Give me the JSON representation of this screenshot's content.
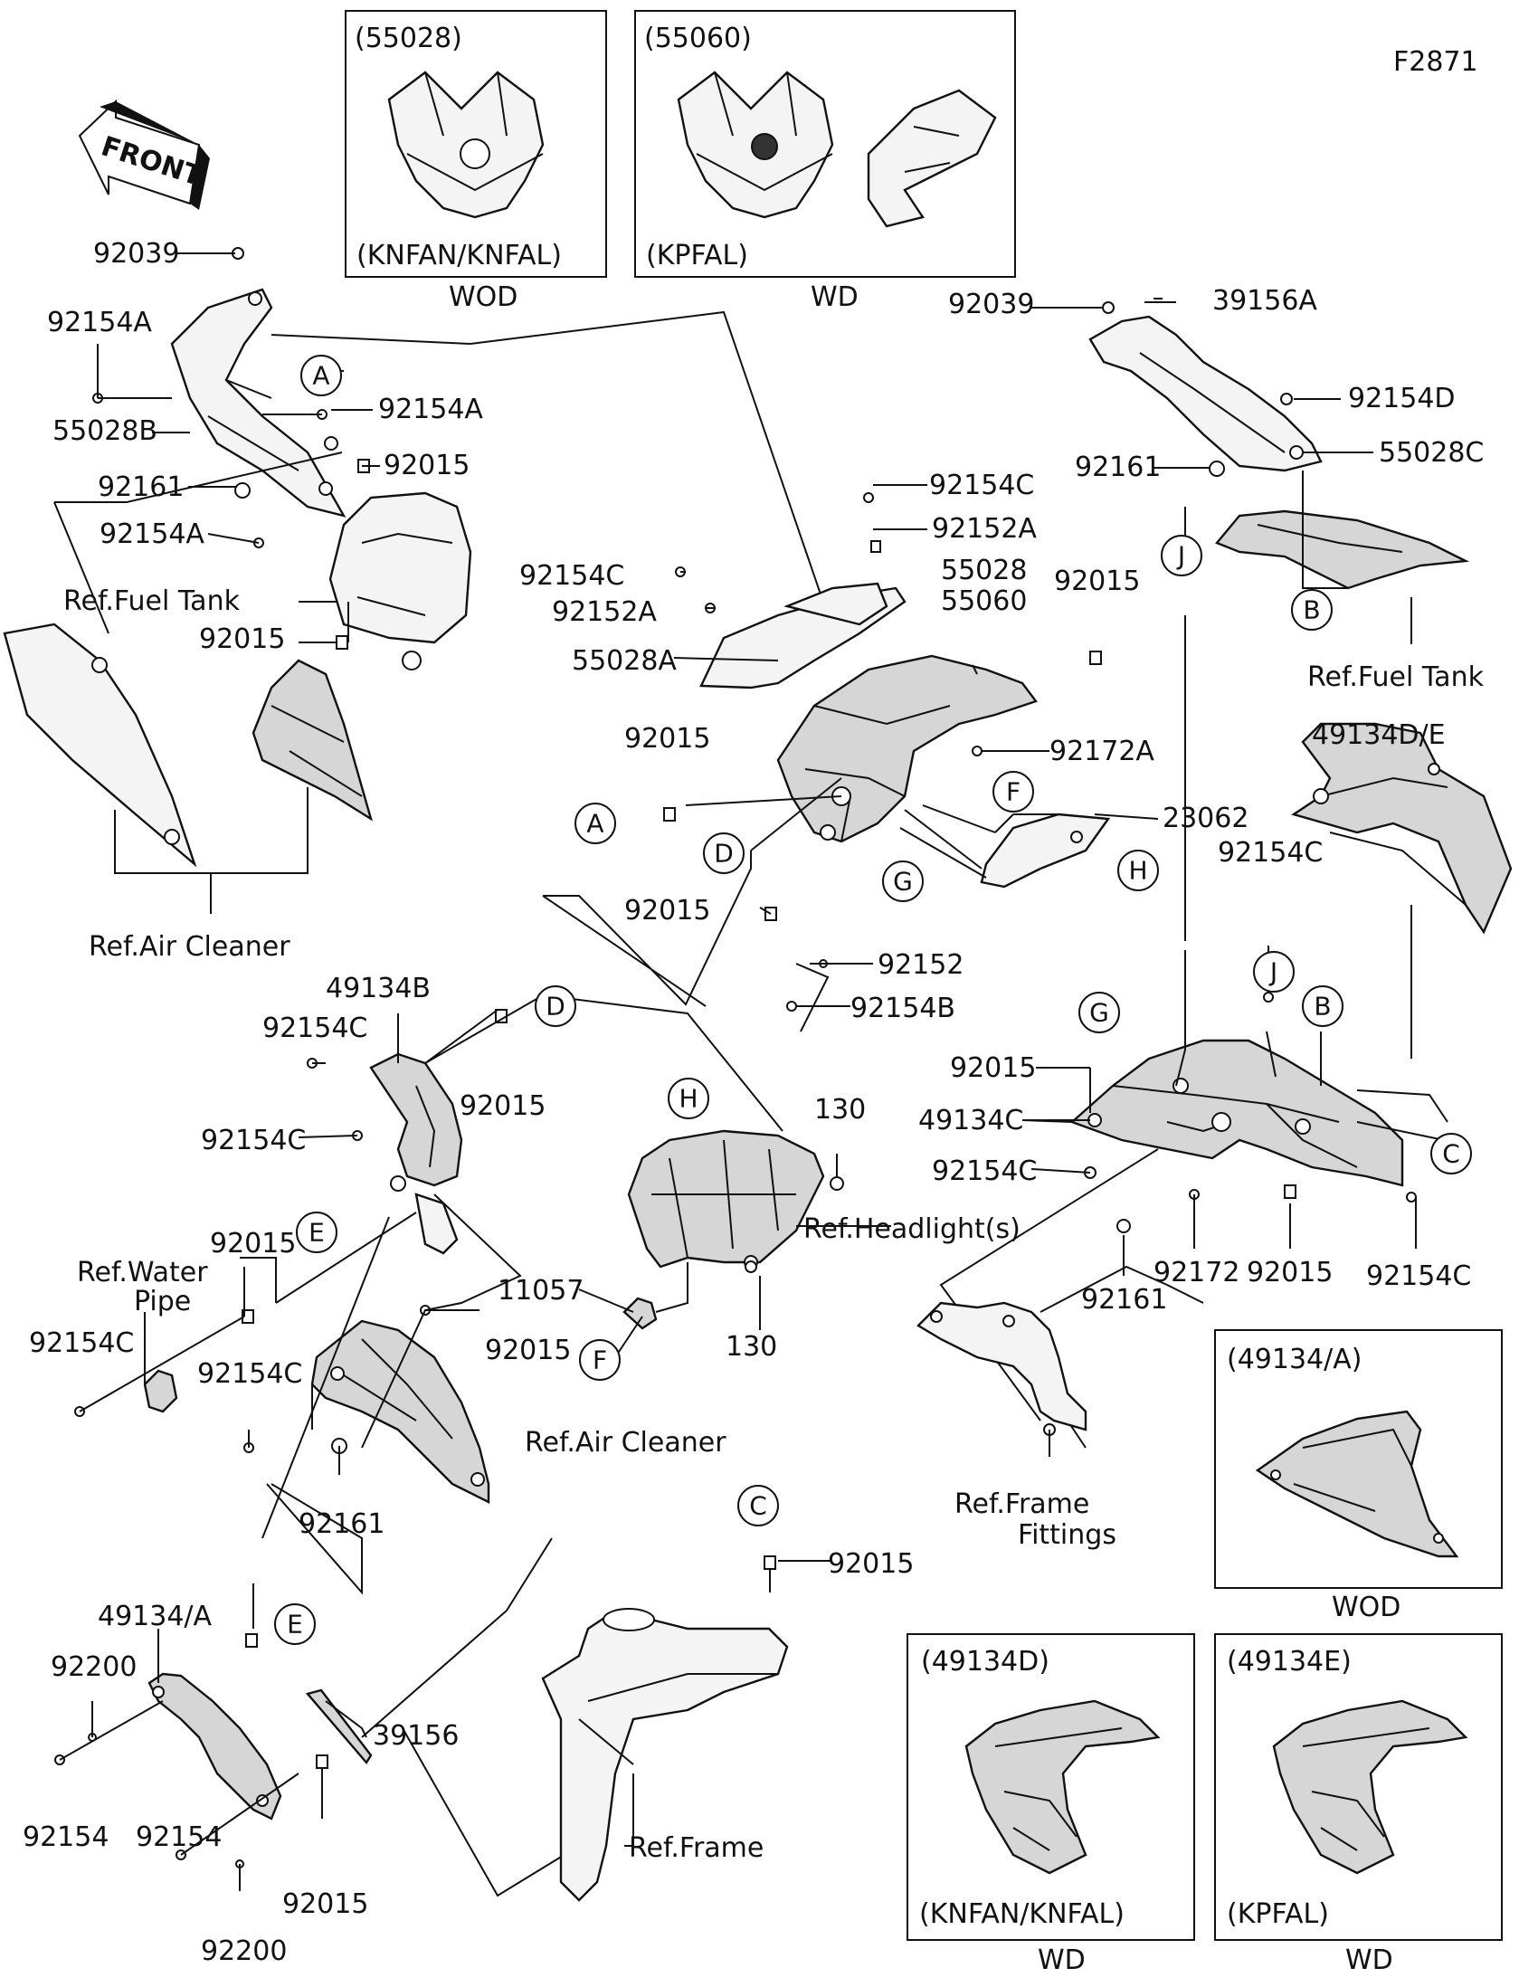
{
  "figure_code": "F2871",
  "front_label": "FRONT",
  "colors": {
    "line": "#111111",
    "background": "#ffffff"
  },
  "inset_boxes": [
    {
      "part": "(55028)",
      "model": "(KNFAN/KNFAL)",
      "variant": "WOD"
    },
    {
      "part": "(55060)",
      "model": "(KPFAL)",
      "variant": "WD"
    },
    {
      "part": "(49134/A)",
      "model": "",
      "variant": "WOD"
    },
    {
      "part": "(49134D)",
      "model": "(KNFAN/KNFAL)",
      "variant": "WD"
    },
    {
      "part": "(49134E)",
      "model": "(KPFAL)",
      "variant": "WD"
    }
  ],
  "part_labels": [
    "92039",
    "92154A",
    "55028B",
    "92161",
    "92154A",
    "92154A",
    "92015",
    "92015",
    "92154C",
    "92152A",
    "55028A",
    "92154C",
    "92152A",
    "55028",
    "55060",
    "92015",
    "92172A",
    "92015",
    "23062",
    "92015",
    "92152",
    "92154B",
    "92039",
    "39156A",
    "92154D",
    "55028C",
    "92161",
    "49134D/E",
    "92154C",
    "92015",
    "49134C",
    "92154C",
    "92172",
    "92015",
    "92154C",
    "92161",
    "49134B",
    "92154C",
    "92015",
    "92154C",
    "92015",
    "92154C",
    "92154C",
    "92015",
    "92161",
    "130",
    "11057",
    "130",
    "92015",
    "49134/A",
    "92200",
    "92154",
    "92154",
    "92200",
    "39156",
    "92015"
  ],
  "ref_labels": [
    "Ref.Fuel Tank",
    "Ref.Air Cleaner",
    "Ref.Fuel Tank",
    "Ref.Water",
    "Pipe",
    "Ref.Air Cleaner",
    "Ref.Headlight(s)",
    "Ref.Frame",
    "Fittings",
    "Ref.Frame"
  ],
  "callouts": [
    "A",
    "A",
    "B",
    "B",
    "C",
    "C",
    "D",
    "D",
    "E",
    "E",
    "F",
    "F",
    "G",
    "G",
    "H",
    "H",
    "J",
    "J"
  ]
}
